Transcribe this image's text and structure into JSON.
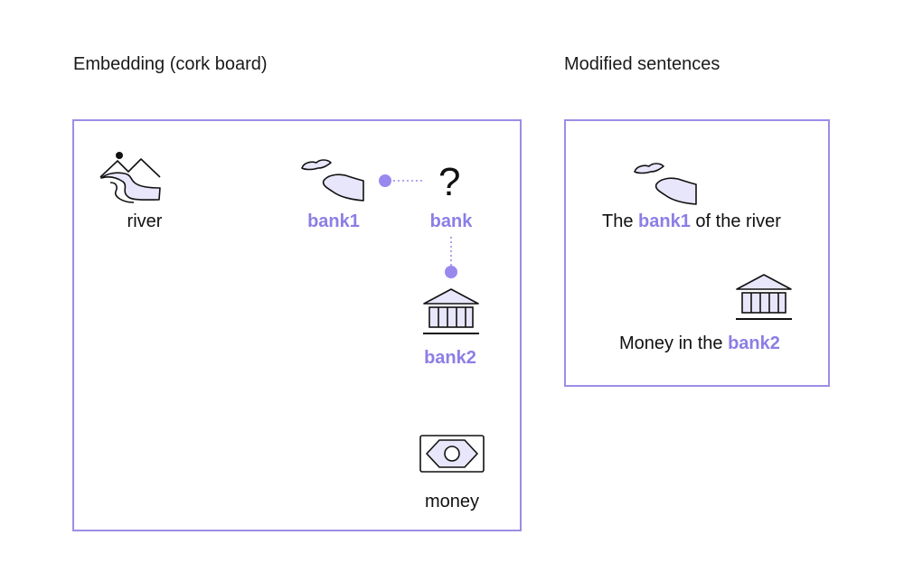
{
  "headings": {
    "embedding": "Embedding (cork board)",
    "sentences": "Modified sentences"
  },
  "board": {
    "river_label": "river",
    "bank1_label": "bank1",
    "bank_label": "bank",
    "question_mark": "?",
    "bank2_label": "bank2",
    "money_label": "money"
  },
  "sentences": {
    "s1": {
      "pre": "The ",
      "word": "bank1",
      "post": " of the river"
    },
    "s2": {
      "pre": "Money in the ",
      "word": "bank2",
      "post": ""
    }
  },
  "colors": {
    "accent": "#8b7ee6",
    "border": "#9b8ee8",
    "icon_fill": "#e8e6fb",
    "dot": "#9a88ef",
    "ink": "#111111"
  },
  "icons": [
    "river-icon",
    "riverbank-icon",
    "bank-building-icon",
    "money-bill-icon"
  ]
}
